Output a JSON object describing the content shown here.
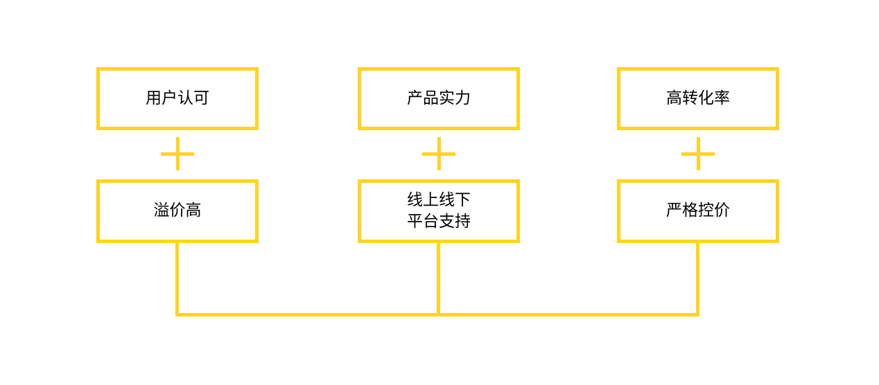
{
  "colors": {
    "accent": "#FFD41E",
    "text": "#000000",
    "background": "#FFFFFF"
  },
  "icons": {
    "operator": "plus-icon"
  },
  "diagram": {
    "columns": [
      {
        "top": {
          "label": "用户认可"
        },
        "operator": "+",
        "bottom": {
          "label": "溢价高"
        }
      },
      {
        "top": {
          "label": "产品实力"
        },
        "operator": "+",
        "bottom": {
          "label": "线上线下\n平台支持"
        }
      },
      {
        "top": {
          "label": "高转化率"
        },
        "operator": "+",
        "bottom": {
          "label": "严格控价"
        }
      }
    ]
  }
}
